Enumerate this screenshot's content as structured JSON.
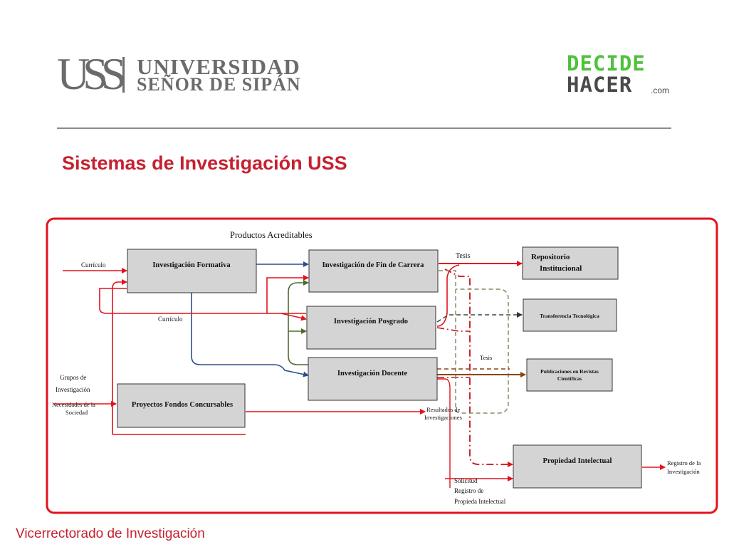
{
  "header": {
    "uss_logo": {
      "monogram": "USS",
      "line1": "UNIVERSIDAD",
      "line2": "SEÑOR DE SIPÁN"
    },
    "decide_logo": {
      "line1": "DECIDE",
      "line2": "HACER",
      "suffix": ".com"
    }
  },
  "title": "Sistemas de Investigación  USS",
  "footer": "Vicerrectorado de Investigación",
  "diagram": {
    "productos_label": "Productos Acreditables",
    "boxes": {
      "formativa": "Investigación Formativa",
      "fin_carrera": "Investigación de Fin de Carrera",
      "posgrado": "Investigación Posgrado",
      "docente": "Investigación Docente",
      "fondos": "Proyectos Fondos Concursables",
      "repositorio_1": "Repositorio",
      "repositorio_2": "Institucional",
      "transferencia": "Transferencia Tecnológica",
      "publicaciones_1": "Publicaciones en Revistas",
      "publicaciones_2": "Científicas",
      "propiedad": "Propiedad Intelectual"
    },
    "labels": {
      "curriculo_1": "Currículo",
      "curriculo_2": "Currículo",
      "tesis_1": "Tesis",
      "tesis_2": "Tesis",
      "grupos_1": "Grupos de",
      "grupos_2": "Investigación",
      "necesidades_1": "Necesidades de la",
      "necesidades_2": "Sociedad",
      "resultados_1": "Resultados de",
      "resultados_2": "Investigaciones",
      "registro_1": "Registro de la",
      "registro_2": "Investigación",
      "solicitud_1": "Solicitud",
      "solicitud_2": "Registro de",
      "solicitud_3": "Propieda Intelectual"
    },
    "colors": {
      "frame": "#e3121c",
      "red": "#e3121c",
      "darkred": "#c0101a",
      "blue": "#2e4f8c",
      "green": "#4e6b2c",
      "olive": "#8a8a6a",
      "brown": "#8b4513",
      "box_fill": "#d4d4d4"
    }
  }
}
